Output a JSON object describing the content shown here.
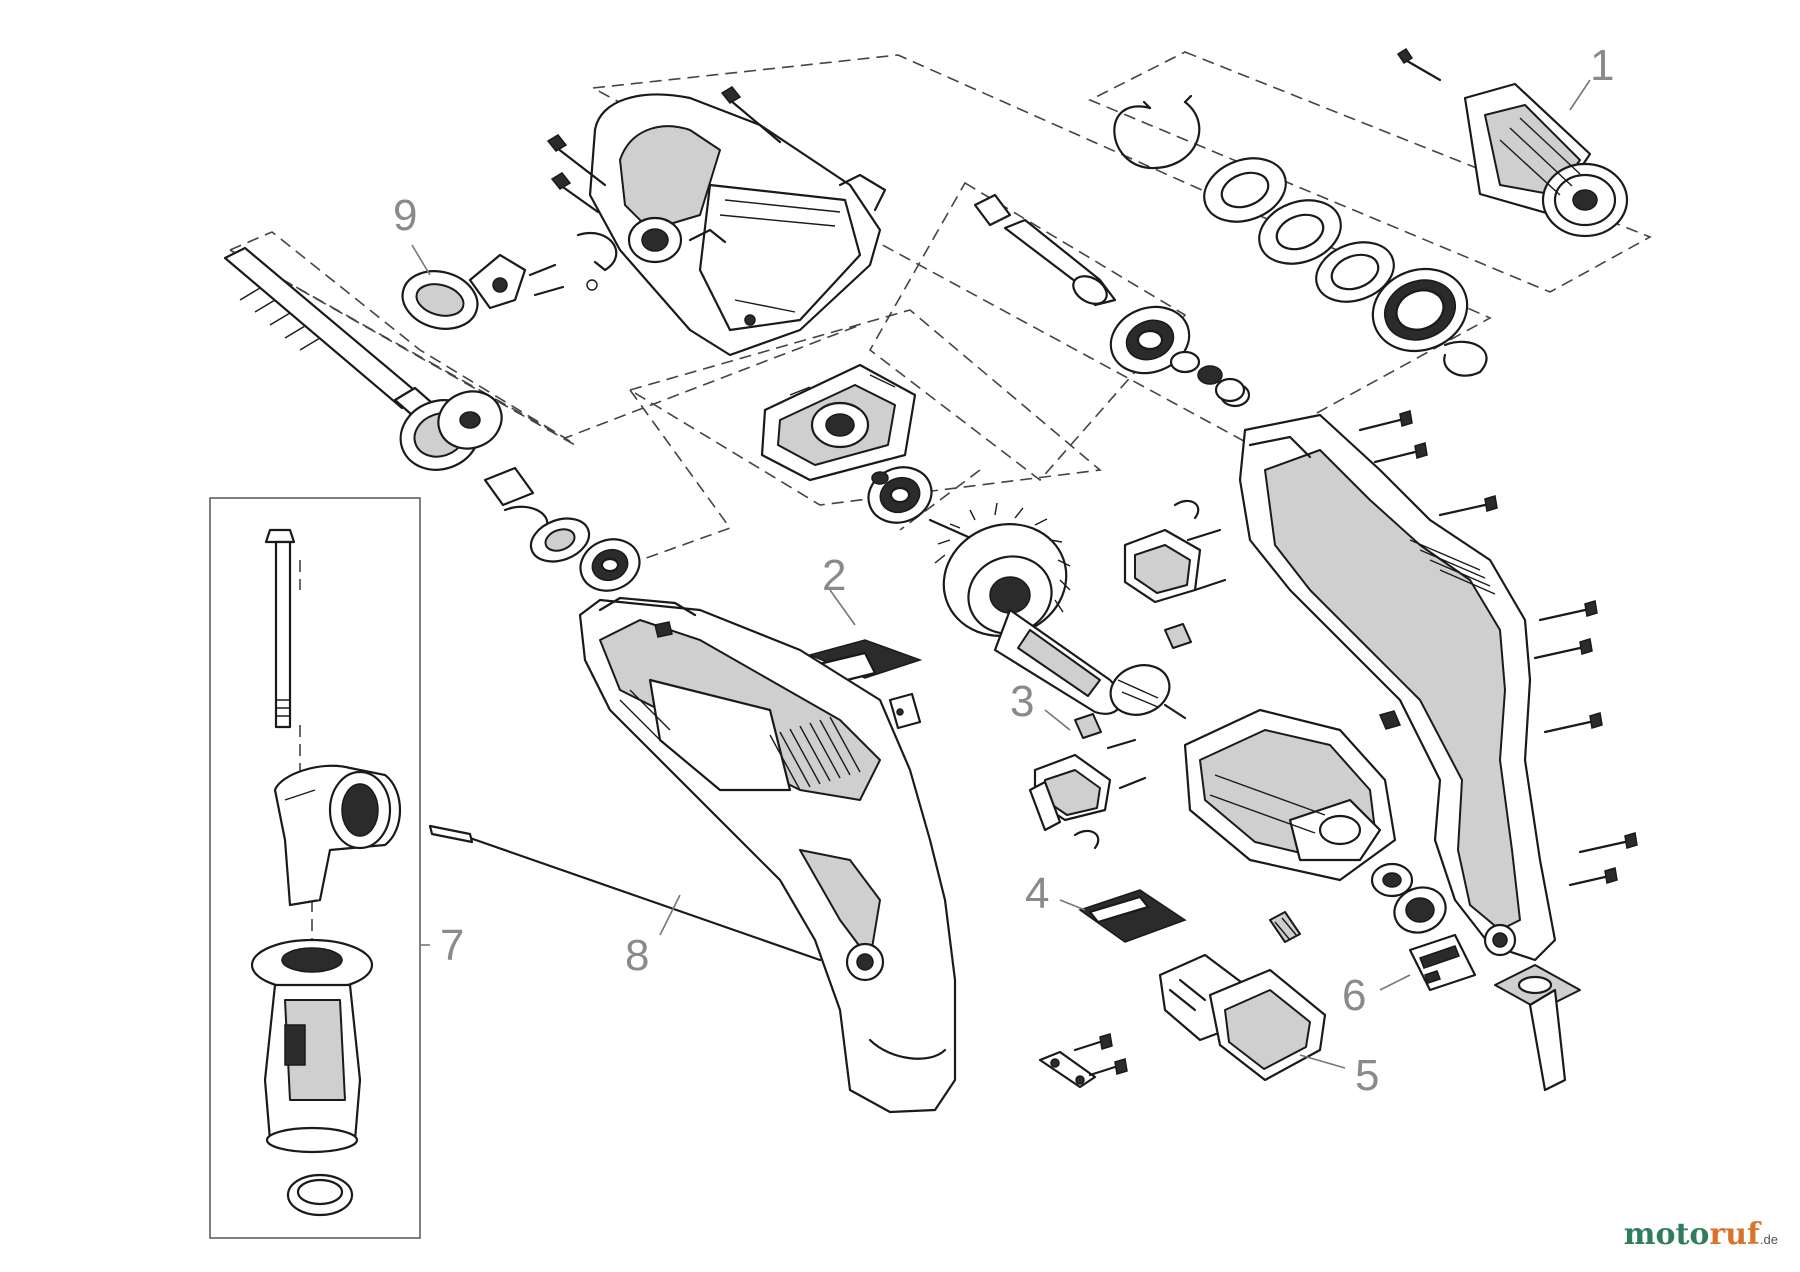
{
  "labels": {
    "part_1": "1",
    "part_2": "2",
    "part_3": "3",
    "part_4": "4",
    "part_5": "5",
    "part_6": "6",
    "part_7": "7",
    "part_8": "8",
    "part_9": "9"
  },
  "watermark": {
    "text_part1": "moto",
    "text_part2": "ruf",
    "tld": ".de",
    "color_primary": "#2e7d5b",
    "color_secondary": "#d9732b"
  }
}
